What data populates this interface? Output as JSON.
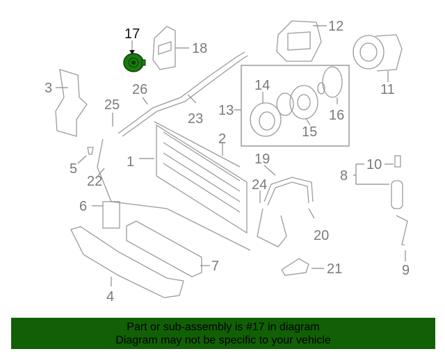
{
  "highlighted_part": "17",
  "highlight_color": "#116005",
  "callouts": {
    "p1": "1",
    "p2": "2",
    "p3": "3",
    "p4": "4",
    "p5": "5",
    "p6": "6",
    "p7": "7",
    "p8": "8",
    "p9": "9",
    "p10": "10",
    "p11": "11",
    "p12": "12",
    "p13": "13",
    "p14": "14",
    "p15": "15",
    "p16": "16",
    "p17": "17",
    "p18": "18",
    "p19": "19",
    "p20": "20",
    "p21": "21",
    "p22": "22",
    "p23": "23",
    "p24": "24",
    "p25": "25",
    "p26": "26"
  },
  "banner": {
    "line1": "Part or sub-assembly is #17 in diagram",
    "line2": "Diagram may not be specific to your vehicle"
  }
}
